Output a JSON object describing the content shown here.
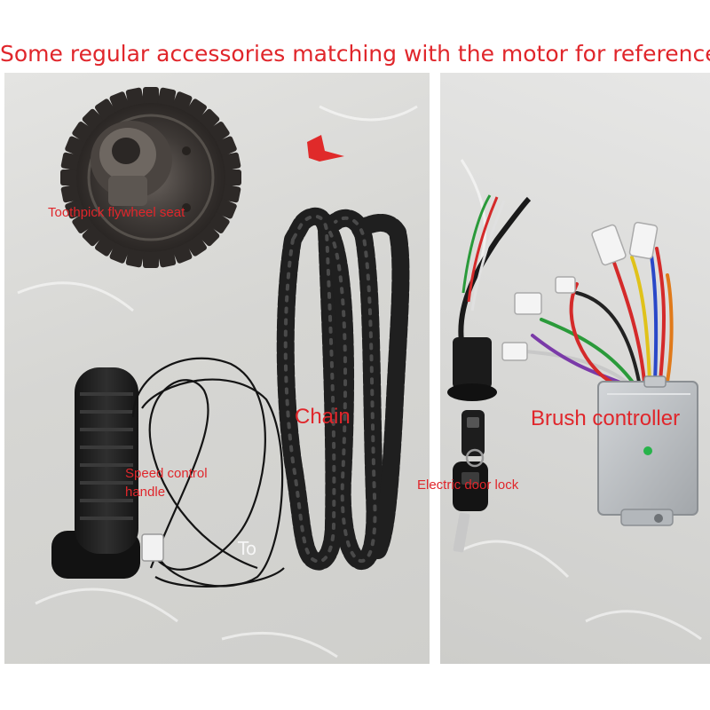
{
  "title": "Some regular accessories matching with the motor for reference",
  "labels": {
    "flywheel": "Toothpick flywheel seat",
    "chain": "Chain",
    "speed_control": "Speed control handle",
    "door_lock": "Electric door lock",
    "brush_controller": "Brush controller"
  },
  "colors": {
    "label_red": "#e0262b",
    "background_white": "#ffffff",
    "surface_gray": "#d6d6d3",
    "controller_silver": "#b9bcbf",
    "status_led_green": "#27b34a"
  }
}
